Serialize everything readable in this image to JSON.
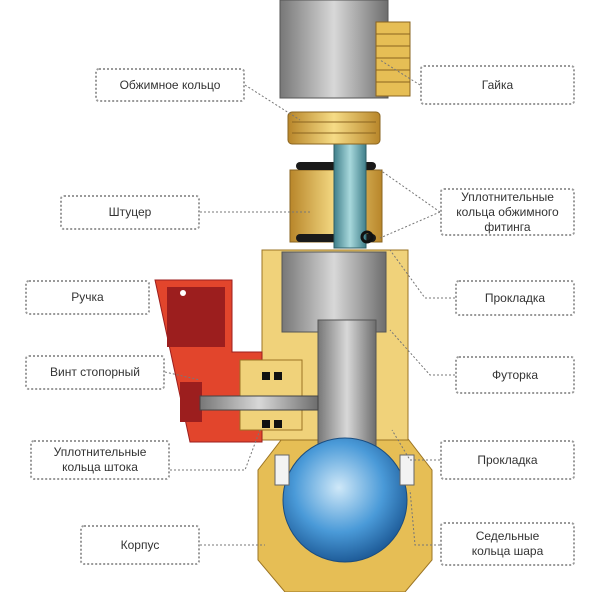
{
  "labels": {
    "compression_ring": "Обжимное кольцо",
    "nut": "Гайка",
    "union": "Штуцер",
    "fitting_seals": "Уплотнительные кольца обжимного фитинга",
    "handle": "Ручка",
    "gasket_top": "Прокладка",
    "lock_screw": "Винт стопорный",
    "adapter": "Футорка",
    "stem_seals": "Уплотнительные кольца штока",
    "gasket_bottom": "Прокладка",
    "body": "Корпус",
    "ball_seats": "Седельные кольца шара"
  },
  "colors": {
    "brass": "#e9c45a",
    "brass_dark": "#b8862a",
    "steel": "#9a9a9a",
    "handle": "#e2452c",
    "handle_dark": "#9c1e1e",
    "ball": "#3c8fd0"
  }
}
